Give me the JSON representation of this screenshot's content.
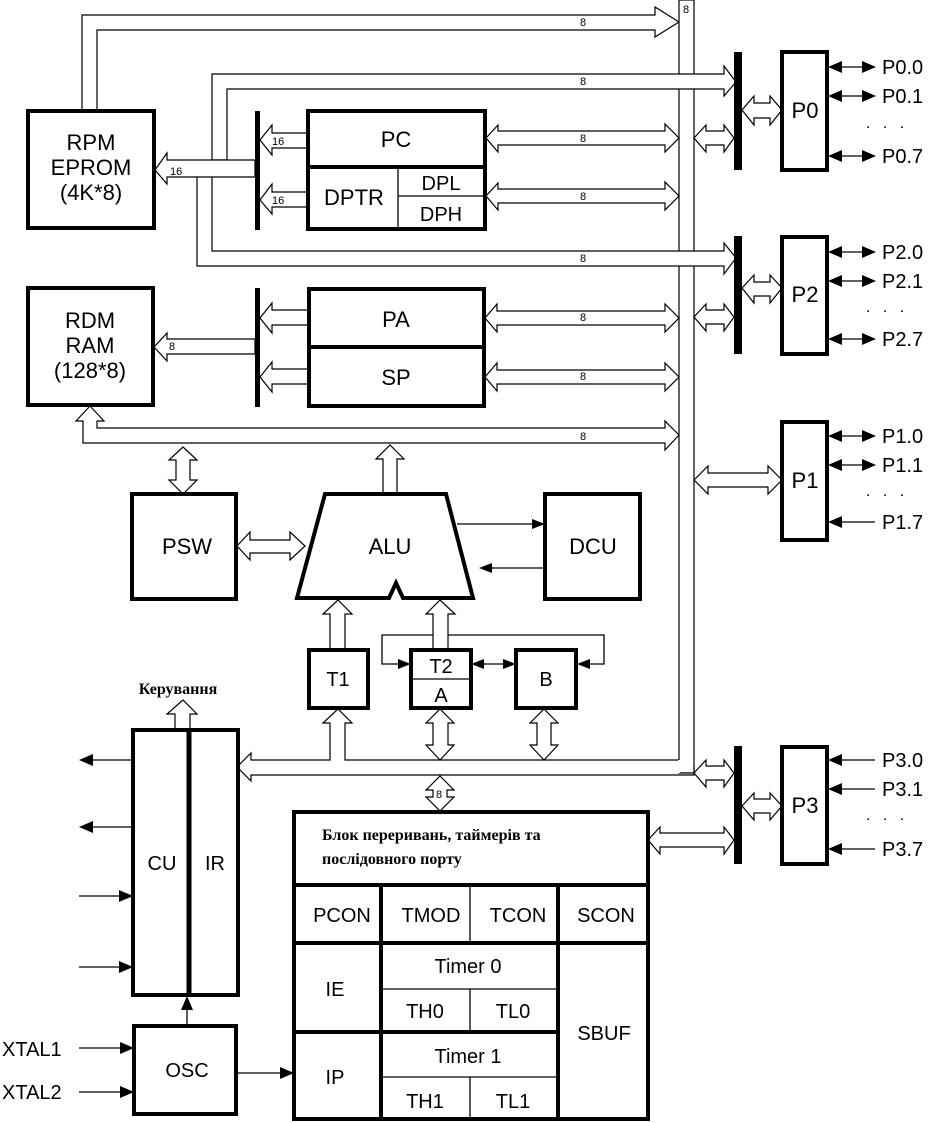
{
  "title": "Структурна схема мікроконтролера 8051",
  "colors": {
    "stroke": "#000000",
    "background": "#ffffff"
  },
  "blocks": {
    "rpm": {
      "line1": "RPM",
      "line2": "EPROM",
      "line3": "(4K*8)"
    },
    "rdm": {
      "line1": "RDM",
      "line2": "RAM",
      "line3": "(128*8)"
    },
    "pc": "PC",
    "dptr": "DPTR",
    "dpl": "DPL",
    "dph": "DPH",
    "pa": "PA",
    "sp": "SP",
    "psw": "PSW",
    "alu": "ALU",
    "dcu": "DCU",
    "t1": "T1",
    "t2": "T2",
    "a": "A",
    "b": "B",
    "cu": "CU",
    "ir": "IR",
    "osc": "OSC",
    "control_label": "Керування",
    "p0": "P0",
    "p1": "P1",
    "p2": "P2",
    "p3": "P3"
  },
  "bus_widths": {
    "top1": "8",
    "top2": "8",
    "main_bus": "8",
    "pc_bus": "8",
    "dptr_bus": "8",
    "p2_bus": "8",
    "pa_bus": "8",
    "sp_bus": "8",
    "ram_bus": "8",
    "rom_addr": "16",
    "pc_addr": "16",
    "dptr_addr": "16",
    "ram_addr": "8",
    "irq_bus": "8"
  },
  "pins": {
    "p0": [
      "P0.0",
      "P0.1",
      "P0.7"
    ],
    "p2": [
      "P2.0",
      "P2.1",
      "P2.7"
    ],
    "p1": [
      "P1.0",
      "P1.1",
      "P1.7"
    ],
    "p3": [
      "P3.0",
      "P3.1",
      "P3.7"
    ],
    "ellipsis": ". . .",
    "xtal1": "XTAL1",
    "xtal2": "XTAL2"
  },
  "interrupt_block": {
    "title_line1": "Блок переривань, таймерів та",
    "title_line2": "послідовного порту",
    "registers": [
      "PCON",
      "TMOD",
      "TCON",
      "SCON"
    ],
    "ie": "IE",
    "ip": "IP",
    "timer0": "Timer 0",
    "th0": "TH0",
    "tl0": "TL0",
    "timer1": "Timer 1",
    "th1": "TH1",
    "tl1": "TL1",
    "sbuf": "SBUF"
  }
}
